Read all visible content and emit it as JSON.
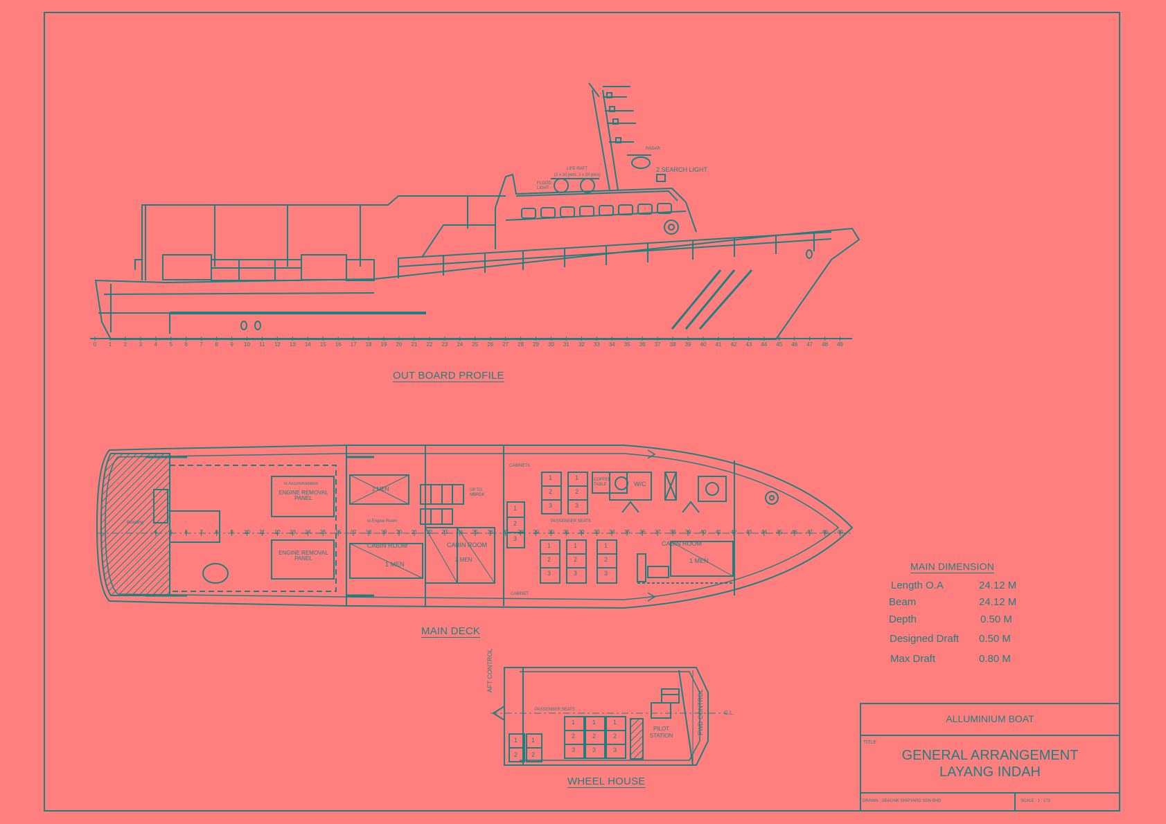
{
  "drawing": {
    "line_color": "#1F7F7F",
    "background_color": "#FF7F7F",
    "views": {
      "outboard_profile": "OUT BOARD PROFILE",
      "main_deck": "MAIN DECK",
      "wheel_house": "WHEEL HOUSE"
    },
    "frame_numbers": [
      "0",
      "1",
      "2",
      "3",
      "4",
      "5",
      "6",
      "7",
      "8",
      "9",
      "10",
      "11",
      "12",
      "13",
      "14",
      "15",
      "16",
      "17",
      "18",
      "19",
      "20",
      "21",
      "22",
      "23",
      "24",
      "25",
      "26",
      "27",
      "28",
      "29",
      "30",
      "31",
      "32",
      "33",
      "34",
      "35",
      "36",
      "37",
      "38",
      "39",
      "40",
      "41",
      "42",
      "43",
      "44",
      "45",
      "46",
      "47",
      "48",
      "49"
    ],
    "profile_labels": {
      "search_light": "2 SEARCH LIGHT",
      "radar": "RADAR",
      "life_raft": "LIFE RAFT",
      "life_raft_note": "(2 x 10 pers, 2 x 20 pers)",
      "flood_light": "FLOOD LIGHT"
    },
    "deck_labels": {
      "engine_removal_panel": "ENGINE REMOVAL PANEL",
      "cabin_room": "CABIN ROOM",
      "two_men": "2 MEN",
      "one_men": "1 MEN",
      "up_to_mbrdk": "UP TO MBRDK",
      "cabinets": "CABINETS",
      "cabinet": "CABINET",
      "coffee_table": "COFFEE TABLE",
      "wc": "W/C",
      "passenger_seats": "PASSENGER SEATS",
      "to_engine_room": "to Engine Room",
      "to_accommodation": "to Accommodation",
      "boarding": "Boarding"
    },
    "wheelhouse_labels": {
      "aft_control": "AFT CONTROL",
      "fwd_control": "FWD CONTROL",
      "pilot_station": "PILOT STATION",
      "passenger_seats": "PASSENGER SEATS",
      "cl": "C.L."
    },
    "seat_numbers": [
      "1",
      "2",
      "3"
    ]
  },
  "main_dimension": {
    "heading": "MAIN DIMENSION",
    "rows": [
      {
        "label": "Length O.A",
        "value": "24.12 M"
      },
      {
        "label": "Beam",
        "value": "24.12 M"
      },
      {
        "label": "Depth",
        "value": "0.50 M"
      },
      {
        "label": "Designed Draft",
        "value": "0.50 M"
      },
      {
        "label": "Max Draft",
        "value": "0.80 M"
      }
    ]
  },
  "title_block": {
    "project": "ALLUMINIUM BOAT",
    "title_label": "TITLE",
    "title_line1": "GENERAL ARRANGEMENT",
    "title_line2": "LAYANG INDAH",
    "drawn": "DRAWN : SEALINK SHIPYARD SDN BHD",
    "scale": "SCALE : 1 : 172"
  }
}
